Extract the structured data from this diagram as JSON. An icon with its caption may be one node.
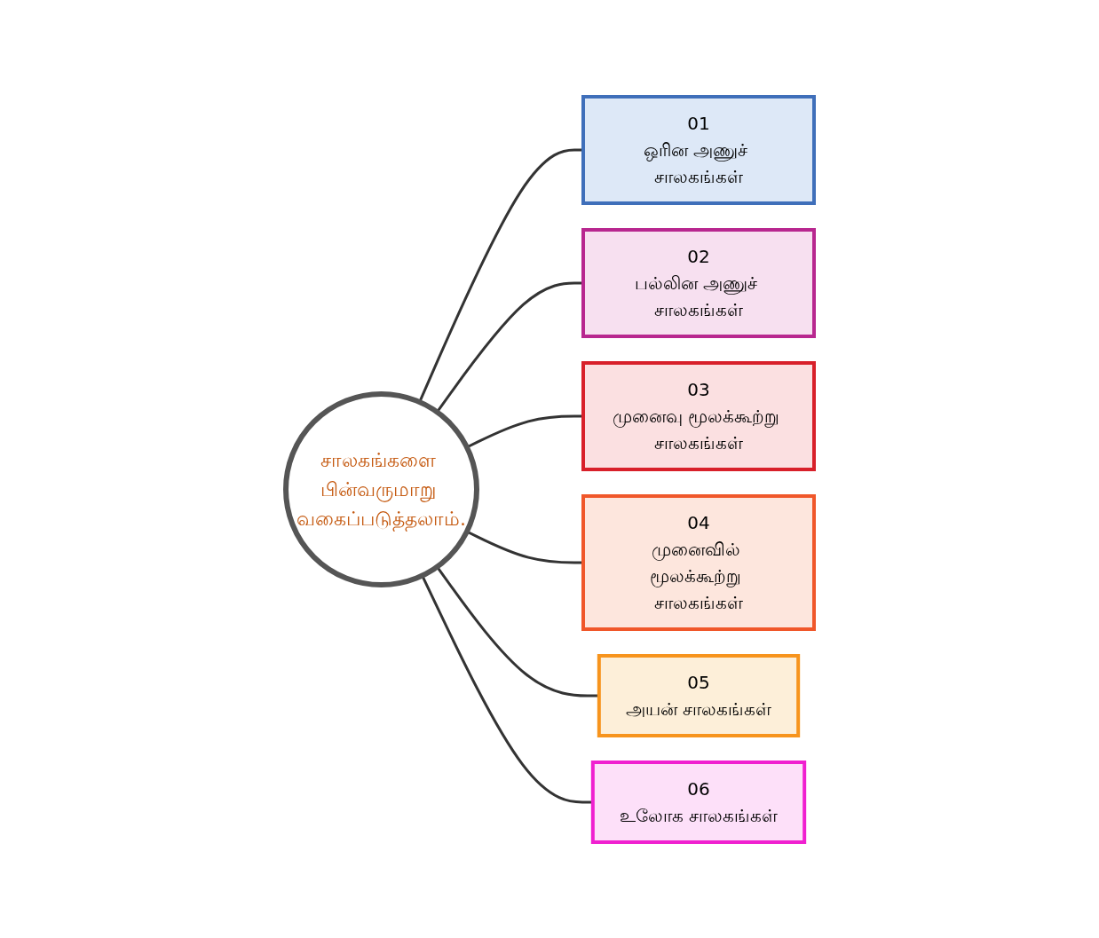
{
  "diagram": {
    "nodes": [
      {
        "text": [
          "சாலகங்களை பின்வருமாறு வகைப்படுத்தலாம்."
        ]
      },
      {
        "text": [
          "01",
          "ஒரின அணுச் சாலகங்கள்"
        ]
      },
      {
        "text": [
          "02",
          "பல்லின அணுச் சாலகங்கள்"
        ]
      },
      {
        "text": [
          "03",
          "முனைவு மூலக்கூற்று சாலகங்கள்"
        ]
      },
      {
        "text": [
          "04",
          "முனைவில் மூலக்கூற்று சாலகங்கள்"
        ]
      },
      {
        "text": [
          "05",
          "அயன் சாலகங்கள்"
        ]
      },
      {
        "text": [
          "06",
          "உலோக சாலகங்கள்"
        ]
      }
    ],
    "edges": [
      {
        "from": 0,
        "to": 1,
        "arrow": "none"
      },
      {
        "from": 0,
        "to": 2,
        "arrow": "none"
      },
      {
        "from": 0,
        "to": 3,
        "arrow": "none"
      },
      {
        "from": 0,
        "to": 4,
        "arrow": "none"
      },
      {
        "from": 0,
        "to": 5,
        "arrow": "none"
      },
      {
        "from": 0,
        "to": 6,
        "arrow": "none"
      }
    ]
  }
}
